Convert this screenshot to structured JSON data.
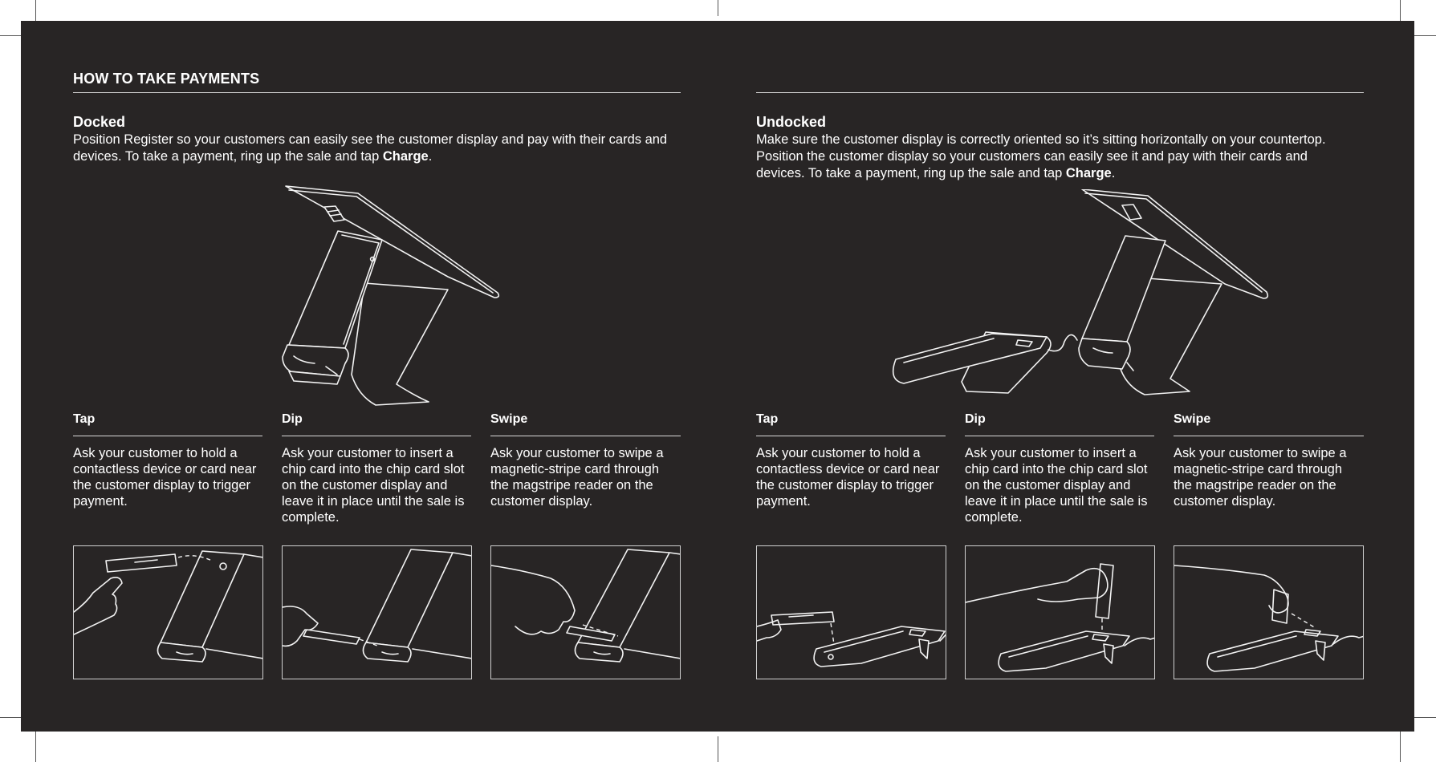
{
  "page": {
    "background": "#282525",
    "text_color": "#ffffff"
  },
  "title": "HOW TO TAKE PAYMENTS",
  "left": {
    "heading": "Docked",
    "text_before": "Position Register so your customers can easily see the customer display and pay with their cards and devices. To take a payment, ring up the sale and tap ",
    "bold": "Charge",
    "text_after": ".",
    "columns": [
      {
        "title": "Tap",
        "text": "Ask your customer to hold a contactless device or card near the customer display to trigger payment.",
        "icon": "tap-illustration"
      },
      {
        "title": "Dip",
        "text": "Ask your customer to insert a chip card into the chip card slot on the customer display and leave it in place until the sale is complete.",
        "icon": "dip-illustration"
      },
      {
        "title": "Swipe",
        "text": "Ask your customer to swipe a magnetic-stripe card through the magstripe reader on the customer display.",
        "icon": "swipe-illustration"
      }
    ]
  },
  "right": {
    "heading": "Undocked",
    "text_before": "Make sure the customer display is correctly oriented so it’s sitting horizontally on your countertop. Position the customer display so your customers can easily see it and pay with their cards and devices. To take a payment, ring up the sale and tap ",
    "bold": "Charge",
    "text_after": ".",
    "columns": [
      {
        "title": "Tap",
        "text": "Ask your customer to hold a contactless device or card near the customer display to trigger payment.",
        "icon": "tap-illustration"
      },
      {
        "title": "Dip",
        "text": "Ask your customer to insert a chip card into the chip card slot on the customer display and leave it in place until the sale is complete.",
        "icon": "dip-illustration"
      },
      {
        "title": "Swipe",
        "text": "Ask your customer to swipe a magnetic-stripe card through the magstripe reader on the customer display.",
        "icon": "swipe-illustration"
      }
    ]
  }
}
